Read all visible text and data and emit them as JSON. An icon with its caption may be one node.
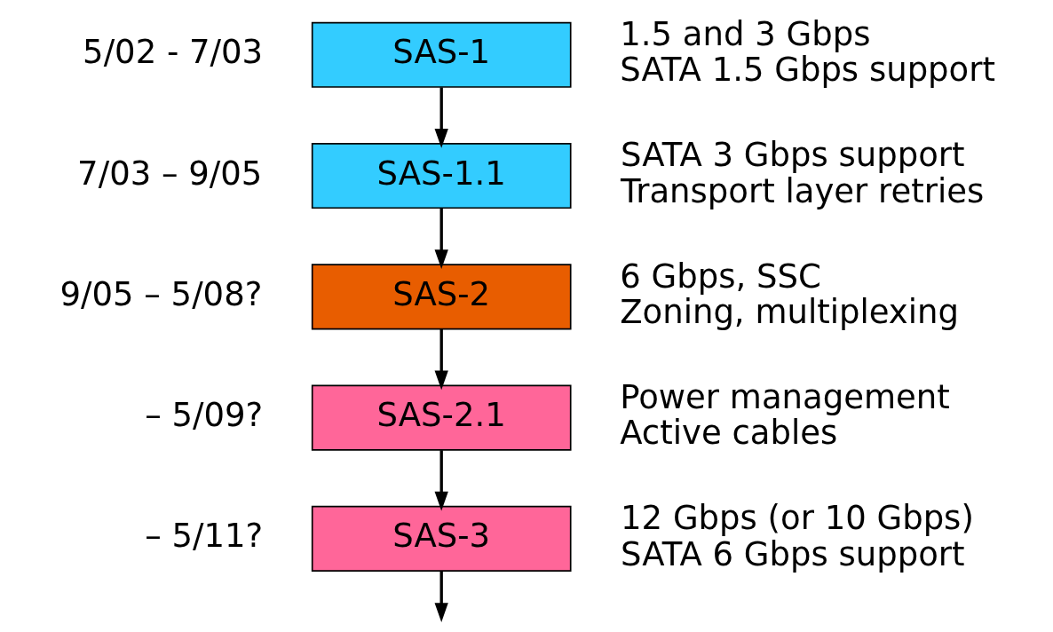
{
  "diagram": {
    "nodes": [
      {
        "text": [
          "SAS-1"
        ],
        "beside": [
          "5/02 - 7/03",
          "1.5 and 3 Gbps",
          "SATA 1.5 Gbps support"
        ]
      },
      {
        "text": [
          "SAS-1.1"
        ],
        "beside": [
          "7/03 – 9/05",
          "SATA 3 Gbps support",
          "Transport layer retries"
        ]
      },
      {
        "text": [
          "SAS-2"
        ],
        "beside": [
          "9/05 – 5/08?",
          "6 Gbps, SSC",
          "Zoning, multiplexing"
        ]
      },
      {
        "text": [
          "SAS-2.1"
        ],
        "beside": [
          "– 5/09?",
          "Power management",
          "Active cables"
        ]
      },
      {
        "text": [
          "SAS-3"
        ],
        "beside": [
          "– 5/11?",
          "12 Gbps (or 10 Gbps)",
          "SATA 6 Gbps support"
        ]
      }
    ],
    "edges": [
      {
        "from": 0,
        "to": 1,
        "arrow": "to"
      },
      {
        "from": 1,
        "to": 2,
        "arrow": "to"
      },
      {
        "from": 2,
        "to": 3,
        "arrow": "to"
      },
      {
        "from": 3,
        "to": 4,
        "arrow": "to"
      },
      {
        "from": 4,
        "to": null,
        "arrow": "to"
      }
    ]
  }
}
